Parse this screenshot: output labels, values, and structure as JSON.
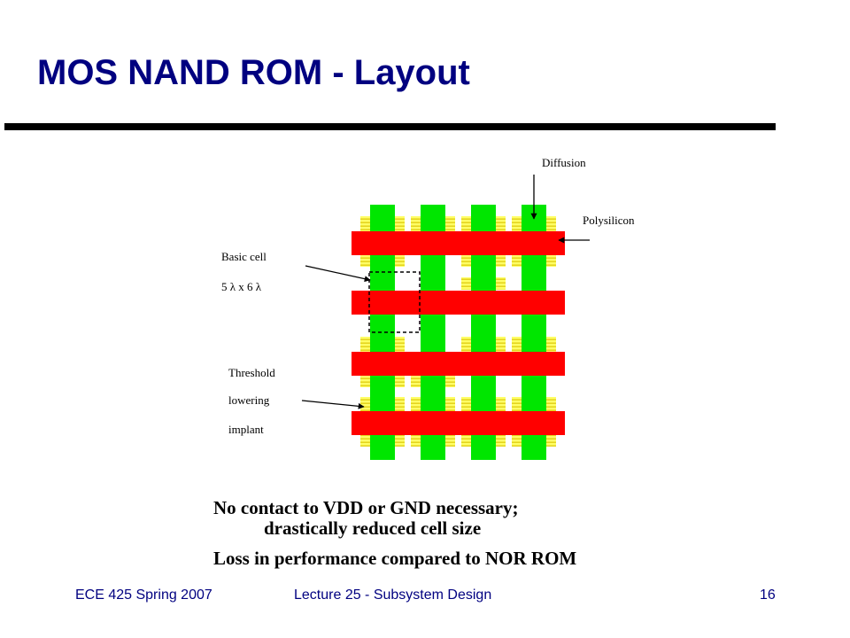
{
  "slide": {
    "title": "MOS NAND ROM - Layout"
  },
  "diagram": {
    "labels": {
      "diffusion": "Diffusion",
      "polysilicon": "Polysilicon",
      "basic_cell": "Basic cell",
      "basic_cell_size": "5 λ x 6 λ",
      "threshold_1": "Threshold",
      "threshold_2": "lowering",
      "threshold_3": "implant"
    },
    "colors": {
      "diffusion": "#00e600",
      "polysilicon": "#ff0000",
      "implant": "#ffff66",
      "slide_text": "#000080"
    }
  },
  "notes": {
    "line1": "No contact to VDD or GND necessary;",
    "line2": "drastically reduced cell size",
    "line3": "Loss in performance compared to NOR ROM"
  },
  "footer": {
    "course": "ECE 425 Spring 2007",
    "lecture": "Lecture 25 - Subsystem Design",
    "page": "16"
  }
}
